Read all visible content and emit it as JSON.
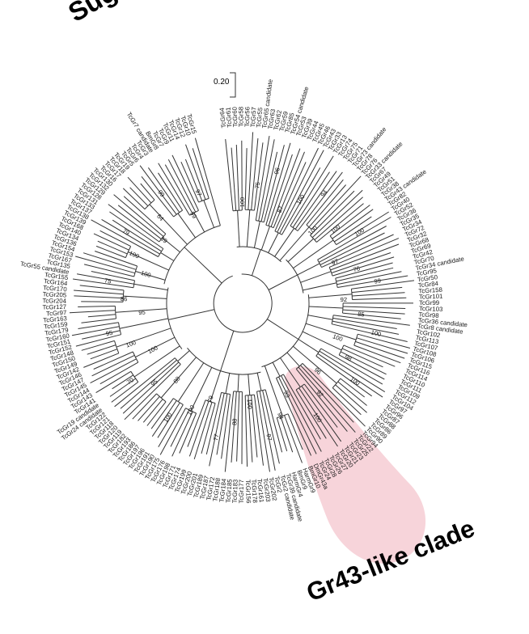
{
  "titles": {
    "sugar": "Sugar",
    "clade": "Gr43-like clade",
    "scale": "0.20"
  },
  "colors": {
    "highlight": "#f7d4da",
    "branch": "#333333",
    "tip_label": "#1a1a1a",
    "title": "#000000"
  },
  "tips": [
    "TcGr64",
    "TcGr61",
    "TcGr60",
    "TcGr58",
    "TcGr56",
    "TcGr57",
    "TcGr55",
    "TcGr65 candidate",
    "TcGr63",
    "TcGr62",
    "TcGr59",
    "TcGr85",
    "TcGr54 candidate",
    "TcGr53",
    "TcGr39",
    "TcGr44",
    "TcGr45",
    "TcGr46",
    "TcGr43",
    "TcGr33",
    "TcGr13",
    "TcGr74",
    "TcGr75",
    "TcGr71",
    "TcGr73 candidate",
    "TcGr78",
    "TcGr76",
    "TcGr33 candidate",
    "TcGr67",
    "TcGr49",
    "TcGr51",
    "TcGr38",
    "TcGr43 candidate",
    "TcGr82",
    "TcGr40",
    "TcGr52",
    "TcGr36",
    "TcGr35",
    "TcGr34",
    "TcGr72",
    "TcGr32",
    "TcGr68",
    "TcGr69",
    "TcGr42",
    "TcGr70",
    "TcGr34 candidate",
    "TcGr95",
    "TcGr50",
    "TcGr84",
    "TcGr158",
    "TcGr101",
    "TcGr99",
    "TcGr103",
    "TcGr98",
    "TcGr36 candidate",
    "TcGr8 candidate",
    "TcGr102",
    "TcGr113",
    "TcGr107",
    "TcGr108",
    "TcGr106",
    "TcGr115",
    "TcGr116",
    "TcGr114",
    "TcGr110",
    "TcGr111",
    "TcGr109",
    "TcGr112",
    "TcGr104",
    "TcGr97",
    "TcGr96",
    "TcGr87",
    "TcGr88",
    "TcGr86",
    "TcGr89",
    "TcGr90",
    "TcGr94",
    "TcGr22",
    "TcGr25",
    "TcGr23",
    "TcGr21",
    "TcGr20",
    "TcGr27",
    "TcGr26",
    "TcGr28",
    "TcGr24",
    "DmGr43a",
    "BmGr10",
    "HarmGr9",
    "BmGr9",
    "HarmGr4",
    "TcGr39 candidate",
    "TcGr2 candidate",
    "TcGr2",
    "TcGr202",
    "TcGr203",
    "TcGr161",
    "TcGr178",
    "TcGr156",
    "TcGr177",
    "TcGr183",
    "TcGr185",
    "TcGr184",
    "TcGr188",
    "TcGr172",
    "TcGr187",
    "TcGr189",
    "TcGr201",
    "TcGr200",
    "TcGr199",
    "TcGr174",
    "TcGr171",
    "TcGr198",
    "TcGr176",
    "TcGr175",
    "TcGr190",
    "TcGr191",
    "TcGr196",
    "TcGr197",
    "TcGr186",
    "TcGr193",
    "TcGr182",
    "TcGr119",
    "TcGr120",
    "TcGr118",
    "TcGr121",
    "TcGr122",
    "TcGr24 candidate",
    "TcGr19 candidate",
    "TcGr141",
    "TcGr143",
    "TcGr144",
    "TcGr145",
    "TcGr147",
    "TcGr146",
    "TcGr142",
    "TcGr149",
    "TcGr150",
    "TcGr148",
    "TcGr152",
    "TcGr151",
    "TcGr160",
    "TcGr179",
    "TcGr159",
    "TcGr163",
    "TcGr97",
    "TcGr127",
    "TcGr204",
    "TcGr205",
    "TcGr170",
    "TcGr164",
    "TcGr155",
    "TcGr55 candidate",
    "TcGr135",
    "TcGr167",
    "TcGr153",
    "TcGr154",
    "TcGr136",
    "TcGr134",
    "TcGr140",
    "TcGr168",
    "TcGr139",
    "TcGr138",
    "TcGr137",
    "TcGr133",
    "TcGr131",
    "TcGr128",
    "TcGr129",
    "TcGr132",
    "TcGr130",
    "TcGr16",
    "TcGr17",
    "TcGr18",
    "TcGr19",
    "TcGr5",
    "TcGr6",
    "TcGr4",
    "TcGr3",
    "TcGr7 candidate",
    "BmGr8",
    "TcGr7",
    "TcGr9",
    "TcGr11",
    "TcGr14",
    "TcGr12",
    "TcGr10",
    "TcGr15"
  ],
  "bootstrap": [
    "100",
    "75",
    "96",
    "87",
    "100",
    "94",
    "100",
    "100",
    "100",
    "97",
    "76",
    "99",
    "92",
    "85",
    "100",
    "100",
    "98",
    "100",
    "96",
    "92",
    "100",
    "93",
    "94",
    "97",
    "100",
    "88",
    "77",
    "79",
    "100",
    "100",
    "88",
    "95",
    "70",
    "100",
    "100",
    "95",
    "95",
    "86",
    "75",
    "100",
    "100",
    "79",
    "99",
    "64",
    "99",
    "99",
    "97"
  ]
}
